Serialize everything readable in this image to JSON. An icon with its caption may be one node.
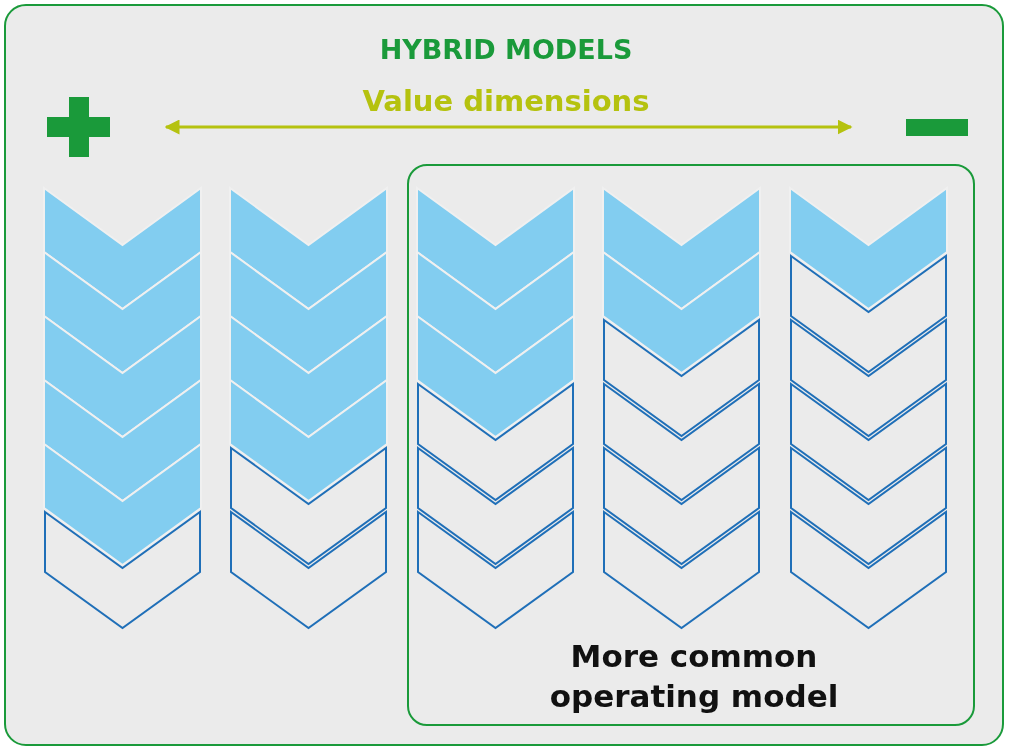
{
  "diagram": {
    "nodes": [
      {
        "text": [
          "HYBRID MODELS"
        ]
      },
      {
        "text": [
          "More common operating model"
        ],
        "in": 0
      }
    ],
    "labels": [
      "Value dimensions"
    ]
  }
}
